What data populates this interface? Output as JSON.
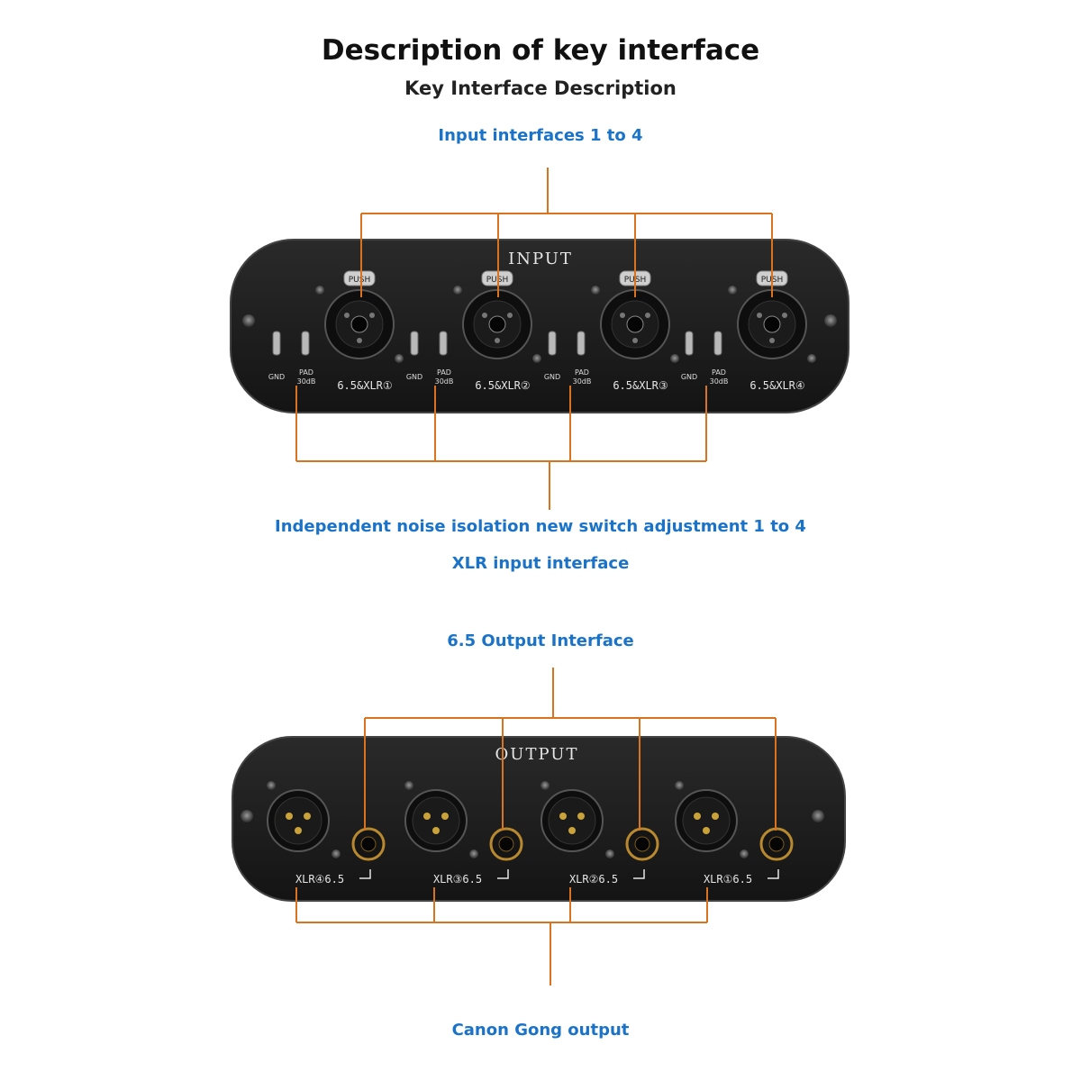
{
  "header": {
    "title": "Description of key interface",
    "subtitle": "Key Interface Description"
  },
  "callouts": {
    "input_interfaces": "Input interfaces 1 to 4",
    "noise_switch": "Independent noise isolation new switch adjustment 1 to 4",
    "xlr_input": "XLR input interface",
    "output_interface": "6.5 Output Interface",
    "canon_output": "Canon Gong output"
  },
  "input_panel": {
    "label": "INPUT",
    "push_label": "PUSH",
    "gnd_label": "GND",
    "pad_label": "PAD",
    "pad_value": "30dB",
    "jack_labels": [
      "6.5&XLR①",
      "6.5&XLR②",
      "6.5&XLR③",
      "6.5&XLR④"
    ]
  },
  "output_panel": {
    "label": "OUTPUT",
    "jack_labels": [
      "XLR④6.5",
      "XLR③6.5",
      "XLR②6.5",
      "XLR①6.5"
    ]
  },
  "colors": {
    "accent_blue": "#1a73c8",
    "leader_orange": "#d9731f",
    "panel_black": "#1c1c1c"
  }
}
